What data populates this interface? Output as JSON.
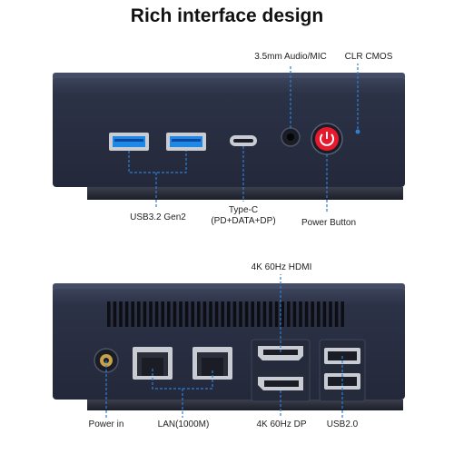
{
  "title": "Rich interface design",
  "labels": {
    "audio": "3.5mm Audio/MIC",
    "clr": "CLR CMOS",
    "usb32": "USB3.2 Gen2",
    "typec_line1": "Type-C",
    "typec_line2": "(PD+DATA+DP)",
    "power_button": "Power Button",
    "hdmi": "4K 60Hz HDMI",
    "power_in": "Power in",
    "lan": "LAN(1000M)",
    "dp": "4K 60Hz DP",
    "usb20": "USB2.0"
  },
  "colors": {
    "case": "#2a3042",
    "case_top": "#3a4258",
    "accent_line": "#2f7fd3",
    "usb3_blue": "#1e88e5",
    "power_red": "#e8192c"
  }
}
